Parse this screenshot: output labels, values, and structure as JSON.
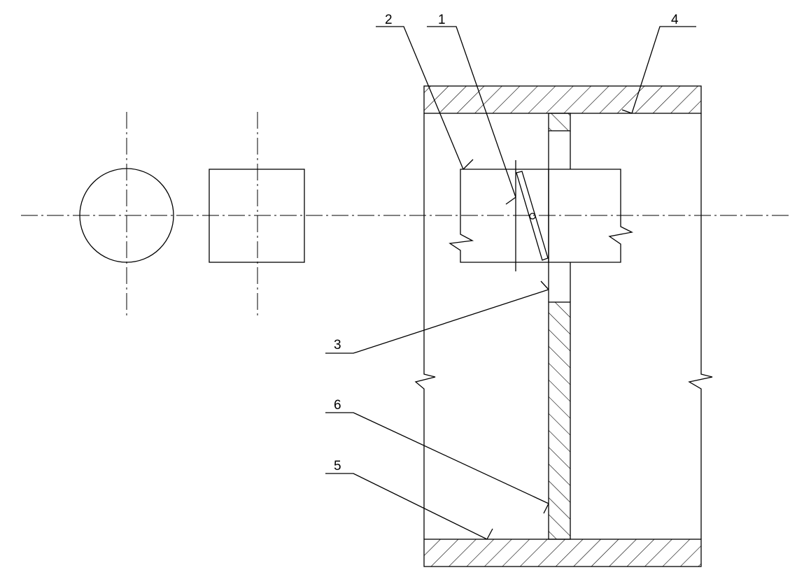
{
  "diagram": {
    "labels": [
      {
        "id": "1",
        "text": "1"
      },
      {
        "id": "2",
        "text": "2"
      },
      {
        "id": "3",
        "text": "3"
      },
      {
        "id": "4",
        "text": "4"
      },
      {
        "id": "5",
        "text": "5"
      },
      {
        "id": "6",
        "text": "6"
      }
    ],
    "line_color": "#000000",
    "background": "#ffffff"
  }
}
